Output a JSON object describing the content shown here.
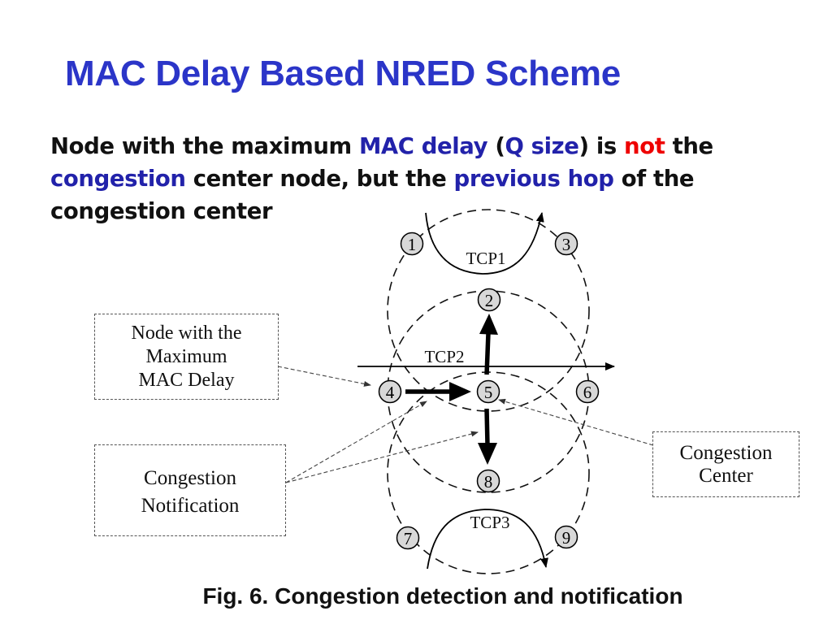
{
  "slide": {
    "title": "MAC Delay Based NRED Scheme",
    "body": [
      {
        "text": "Node with the maximum ",
        "style": "plain"
      },
      {
        "text": "MAC delay",
        "style": "blue"
      },
      {
        "text": " (",
        "style": "plain"
      },
      {
        "text": "Q size",
        "style": "blue"
      },
      {
        "text": ") is ",
        "style": "plain"
      },
      {
        "text": "not",
        "style": "red"
      },
      {
        "text": " the ",
        "style": "plain"
      },
      {
        "text": "congestion",
        "style": "blue"
      },
      {
        "text": " center node, but the ",
        "style": "plain"
      },
      {
        "text": "previous hop",
        "style": "blue"
      },
      {
        "text": " of the congestion center",
        "style": "plain"
      }
    ],
    "caption": "Fig. 6. Congestion detection and notification"
  },
  "diagram": {
    "nodes": [
      "1",
      "2",
      "3",
      "4",
      "5",
      "6",
      "7",
      "8",
      "9"
    ],
    "flows": [
      "TCP1",
      "TCP2",
      "TCP3"
    ],
    "labels": {
      "max_mac_delay": [
        "Node with the",
        "Maximum",
        "MAC Delay"
      ],
      "congestion_notification": [
        "Congestion",
        "Notification"
      ],
      "congestion_center": [
        "Congestion",
        "Center"
      ]
    }
  },
  "colors": {
    "title": "#2b35c8",
    "highlight_blue": "#2222aa",
    "highlight_red": "#ee0000",
    "node_fill": "#d8d8d8"
  }
}
